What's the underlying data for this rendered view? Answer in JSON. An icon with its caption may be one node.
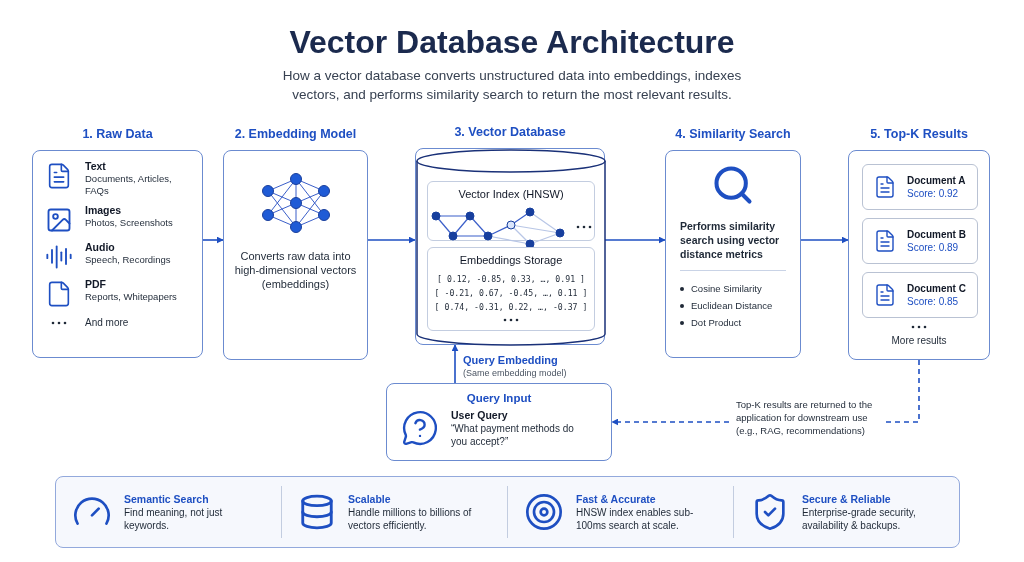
{
  "diagram": {
    "title": "Vector Database Architecture",
    "nodes": [
      {
        "text": [
          "1. Raw Data",
          "Text",
          "Documents, Articles, FAQs",
          "Images",
          "Photos, Screenshots",
          "Audio",
          "Speech, Recordings",
          "PDF",
          "Reports, Whitepapers",
          "And more"
        ]
      },
      {
        "text": [
          "2. Embedding Model",
          "Converts raw data into high-dimensional vectors (embeddings)"
        ]
      },
      {
        "text": [
          "3. Vector Database"
        ]
      },
      {
        "text": [
          "Vector Index (HNSW)"
        ],
        "in": 2
      },
      {
        "text": [
          "Embeddings Storage",
          "[ 0.12, -0.85, 0.33, …, 0.91 ]",
          "[ -0.21, 0.67, -0.45, …, 0.11 ]",
          "[ 0.74, -0.31, 0.22, …, -0.37 ]"
        ],
        "in": 2
      },
      {
        "text": [
          "4. Similarity Search",
          "Performs similarity search using vector distance metrics",
          "Cosine Similarity",
          "Euclidean Distance",
          "Dot Product"
        ]
      },
      {
        "text": [
          "5. Top-K Results",
          "More results"
        ]
      },
      {
        "text": [
          "Document A",
          "Score: 0.92"
        ],
        "in": 6
      },
      {
        "text": [
          "Document B",
          "Score: 0.89"
        ],
        "in": 6
      },
      {
        "text": [
          "Document C",
          "Score: 0.85"
        ],
        "in": 6
      },
      {
        "text": [
          "Query Input",
          "User Query",
          "“What payment methods do you accept?”"
        ]
      }
    ],
    "edges": [
      {
        "from": 0,
        "to": 1,
        "arrow": "to"
      },
      {
        "from": 1,
        "to": 2,
        "arrow": "to"
      },
      {
        "from": 2,
        "to": 5,
        "arrow": "to"
      },
      {
        "from": 5,
        "to": 6,
        "arrow": "to"
      },
      {
        "from": 10,
        "to": 2,
        "arrow": "to",
        "label": "Query Embedding"
      },
      {
        "from": 6,
        "to": 10,
        "arrow": "to",
        "style": "dashed",
        "label": "Top-K results are returned to the application for downstream use (e.g., RAG, recommendations)"
      }
    ],
    "labels": [
      "How a vector database converts unstructured data into embeddings, indexes vectors, and performs similarity search to return the most relevant results.",
      "(Same embedding model)",
      "Semantic Search",
      "Find meaning, not just keywords.",
      "Scalable",
      "Handle millions to billions of vectors efficiently.",
      "Fast & Accurate",
      "HNSW index enables sub-100ms search at scale.",
      "Secure & Reliable",
      "Enterprise-grade security, availability & backups."
    ]
  }
}
